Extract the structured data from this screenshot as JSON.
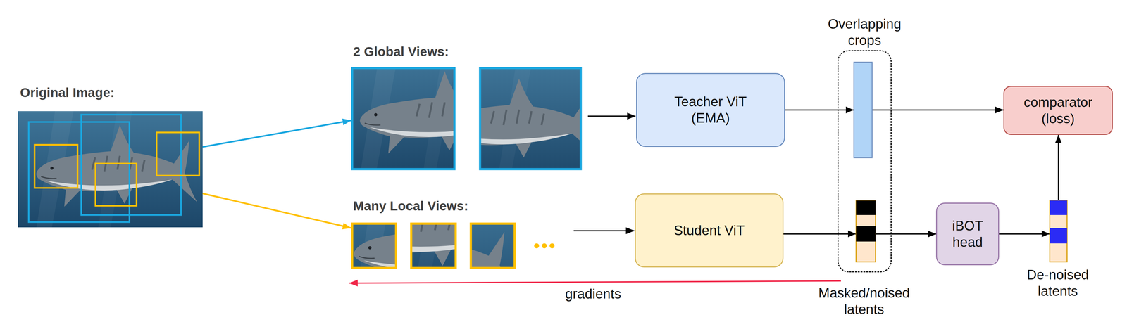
{
  "diagram": {
    "nodes": [
      {
        "text": [
          "Teacher ViT (EMA)"
        ]
      },
      {
        "text": [
          "Overlapping crops"
        ]
      },
      {
        "text": [
          "comparator (loss)"
        ]
      },
      {
        "text": [
          "Student ViT"
        ]
      },
      {
        "text": [
          "iBOT head"
        ]
      }
    ],
    "edges": [
      {
        "from": 0,
        "to": 2,
        "arrow": "to"
      },
      {
        "from": 3,
        "to": 4,
        "arrow": "to"
      },
      {
        "from": 4,
        "to": 2,
        "arrow": "to"
      }
    ],
    "labels": [
      "Original Image:",
      "2 Global Views:",
      "Many Local Views:",
      "Masked/noised latents",
      "De-noised latents",
      "gradients"
    ]
  }
}
